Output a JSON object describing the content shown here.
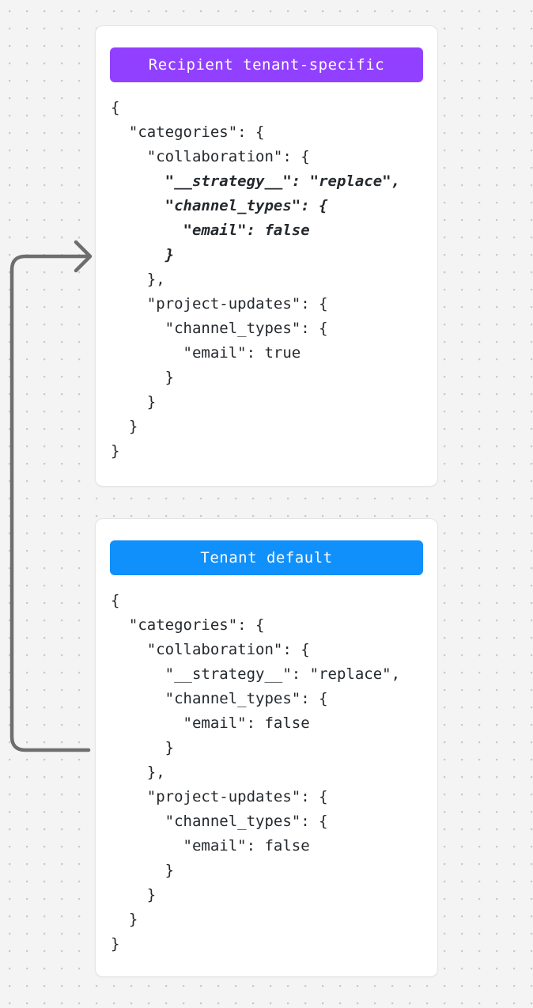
{
  "page": {
    "background_color": "#f4f4f4",
    "grid": "dot-grid"
  },
  "connector": {
    "name": "arrow-from-tenant-default-to-recipient",
    "color": "#6e6e6e",
    "direction": "up-then-right",
    "arrowhead": "right"
  },
  "cards": [
    {
      "id": "recipient-tenant-specific",
      "badge_label": "Recipient tenant-specific",
      "badge_color": "#9240ff",
      "code_lines": [
        {
          "text": "{",
          "highlighted": false
        },
        {
          "text": "  \"categories\": {",
          "highlighted": false
        },
        {
          "text": "    \"collaboration\": {",
          "highlighted": false
        },
        {
          "text": "      \"__strategy__\": \"replace\",",
          "highlighted": true
        },
        {
          "text": "      \"channel_types\": {",
          "highlighted": true
        },
        {
          "text": "        \"email\": false",
          "highlighted": true
        },
        {
          "text": "      }",
          "highlighted": true
        },
        {
          "text": "    },",
          "highlighted": false
        },
        {
          "text": "    \"project-updates\": {",
          "highlighted": false
        },
        {
          "text": "      \"channel_types\": {",
          "highlighted": false
        },
        {
          "text": "        \"email\": true",
          "highlighted": false
        },
        {
          "text": "      }",
          "highlighted": false
        },
        {
          "text": "    }",
          "highlighted": false
        },
        {
          "text": "  }",
          "highlighted": false
        },
        {
          "text": "}",
          "highlighted": false
        }
      ]
    },
    {
      "id": "tenant-default",
      "badge_label": "Tenant default",
      "badge_color": "#1090fb",
      "code_lines": [
        {
          "text": "{",
          "highlighted": false
        },
        {
          "text": "  \"categories\": {",
          "highlighted": false
        },
        {
          "text": "    \"collaboration\": {",
          "highlighted": false
        },
        {
          "text": "      \"__strategy__\": \"replace\",",
          "highlighted": false
        },
        {
          "text": "      \"channel_types\": {",
          "highlighted": false
        },
        {
          "text": "        \"email\": false",
          "highlighted": false
        },
        {
          "text": "      }",
          "highlighted": false
        },
        {
          "text": "    },",
          "highlighted": false
        },
        {
          "text": "    \"project-updates\": {",
          "highlighted": false
        },
        {
          "text": "      \"channel_types\": {",
          "highlighted": false
        },
        {
          "text": "        \"email\": false",
          "highlighted": false
        },
        {
          "text": "      }",
          "highlighted": false
        },
        {
          "text": "    }",
          "highlighted": false
        },
        {
          "text": "  }",
          "highlighted": false
        },
        {
          "text": "}",
          "highlighted": false
        }
      ]
    }
  ]
}
